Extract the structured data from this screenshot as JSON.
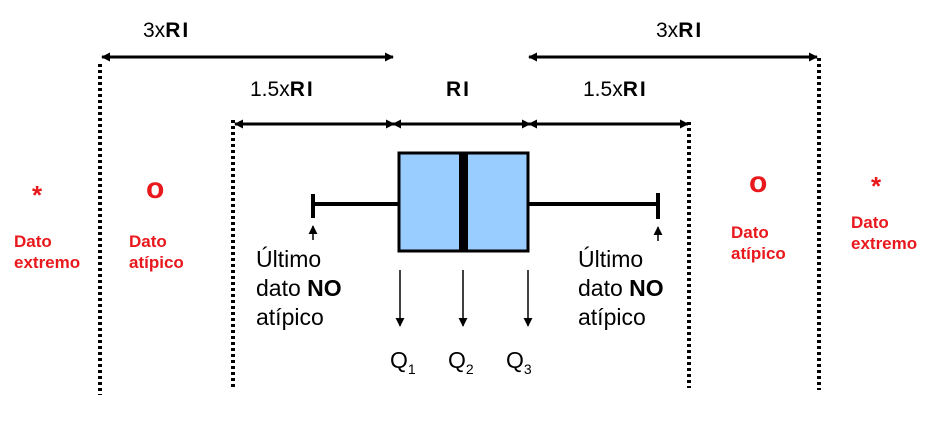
{
  "ranges": {
    "left_3x": {
      "prefix": "3x",
      "bold": "RI"
    },
    "right_3x": {
      "prefix": "3x",
      "bold": "RI"
    },
    "left_1_5x": {
      "prefix": "1.5x",
      "bold": "RI"
    },
    "right_1_5x": {
      "prefix": "1.5x",
      "bold": "RI"
    },
    "center": {
      "bold": "RI"
    }
  },
  "left": {
    "extreme_symbol": "*",
    "extreme_label_1": "Dato",
    "extreme_label_2": "extremo",
    "atypical_symbol": "o",
    "atypical_label_1": "Dato",
    "atypical_label_2": "atípico",
    "last_line_1": "Último",
    "last_line_2_prefix": "dato ",
    "last_line_2_bold": "NO",
    "last_line_3": "atípico"
  },
  "right": {
    "extreme_symbol": "*",
    "extreme_label_1": "Dato",
    "extreme_label_2": "extremo",
    "atypical_symbol": "o",
    "atypical_label_1": "Dato",
    "atypical_label_2": "atípico",
    "last_line_1": "Último",
    "last_line_2_prefix": "dato ",
    "last_line_2_bold": "NO",
    "last_line_3": "atípico"
  },
  "quartiles": {
    "q1": {
      "letter": "Q",
      "sub": "1"
    },
    "q2": {
      "letter": "Q",
      "sub": "2"
    },
    "q3": {
      "letter": "Q",
      "sub": "3"
    }
  },
  "colors": {
    "box_fill": "#99ccff",
    "accent_red": "#e8181c",
    "line": "#000000"
  }
}
